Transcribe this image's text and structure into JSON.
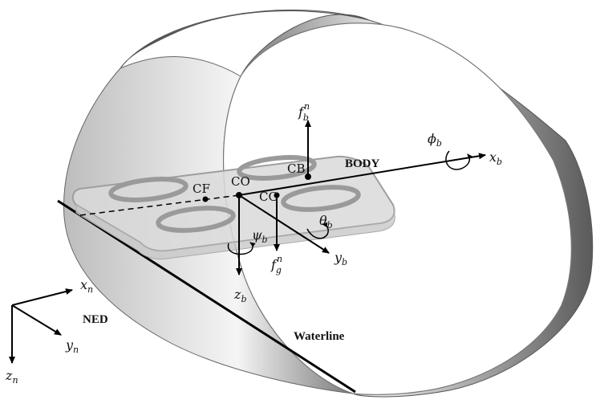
{
  "labels": {
    "body": "BODY",
    "ned": "NED",
    "waterline": "Waterline",
    "co": "CO",
    "cf": "CF",
    "cb": "CB",
    "cg": "CG"
  },
  "axes": {
    "x_b": {
      "base": "x",
      "sub": "b"
    },
    "y_b": {
      "base": "y",
      "sub": "b"
    },
    "z_b": {
      "base": "z",
      "sub": "b"
    },
    "x_n": {
      "base": "x",
      "sub": "n"
    },
    "y_n": {
      "base": "y",
      "sub": "n"
    },
    "z_n": {
      "base": "z",
      "sub": "n"
    }
  },
  "angles": {
    "phi_b": {
      "base": "ϕ",
      "sub": "b"
    },
    "theta_b": {
      "base": "θ",
      "sub": "b"
    },
    "psi_b": {
      "base": "ψ",
      "sub": "b"
    }
  },
  "forces": {
    "f_b_n": {
      "base": "f",
      "sub": "b",
      "sup": "n"
    },
    "f_g_n": {
      "base": "f",
      "sub": "g",
      "sup": "n"
    }
  },
  "colors": {
    "cylinder_dark": "#4a4a4a",
    "cylinder_light": "#f2f2f2",
    "platform": "#e6e6e6",
    "ring": "#9a9a9a"
  }
}
